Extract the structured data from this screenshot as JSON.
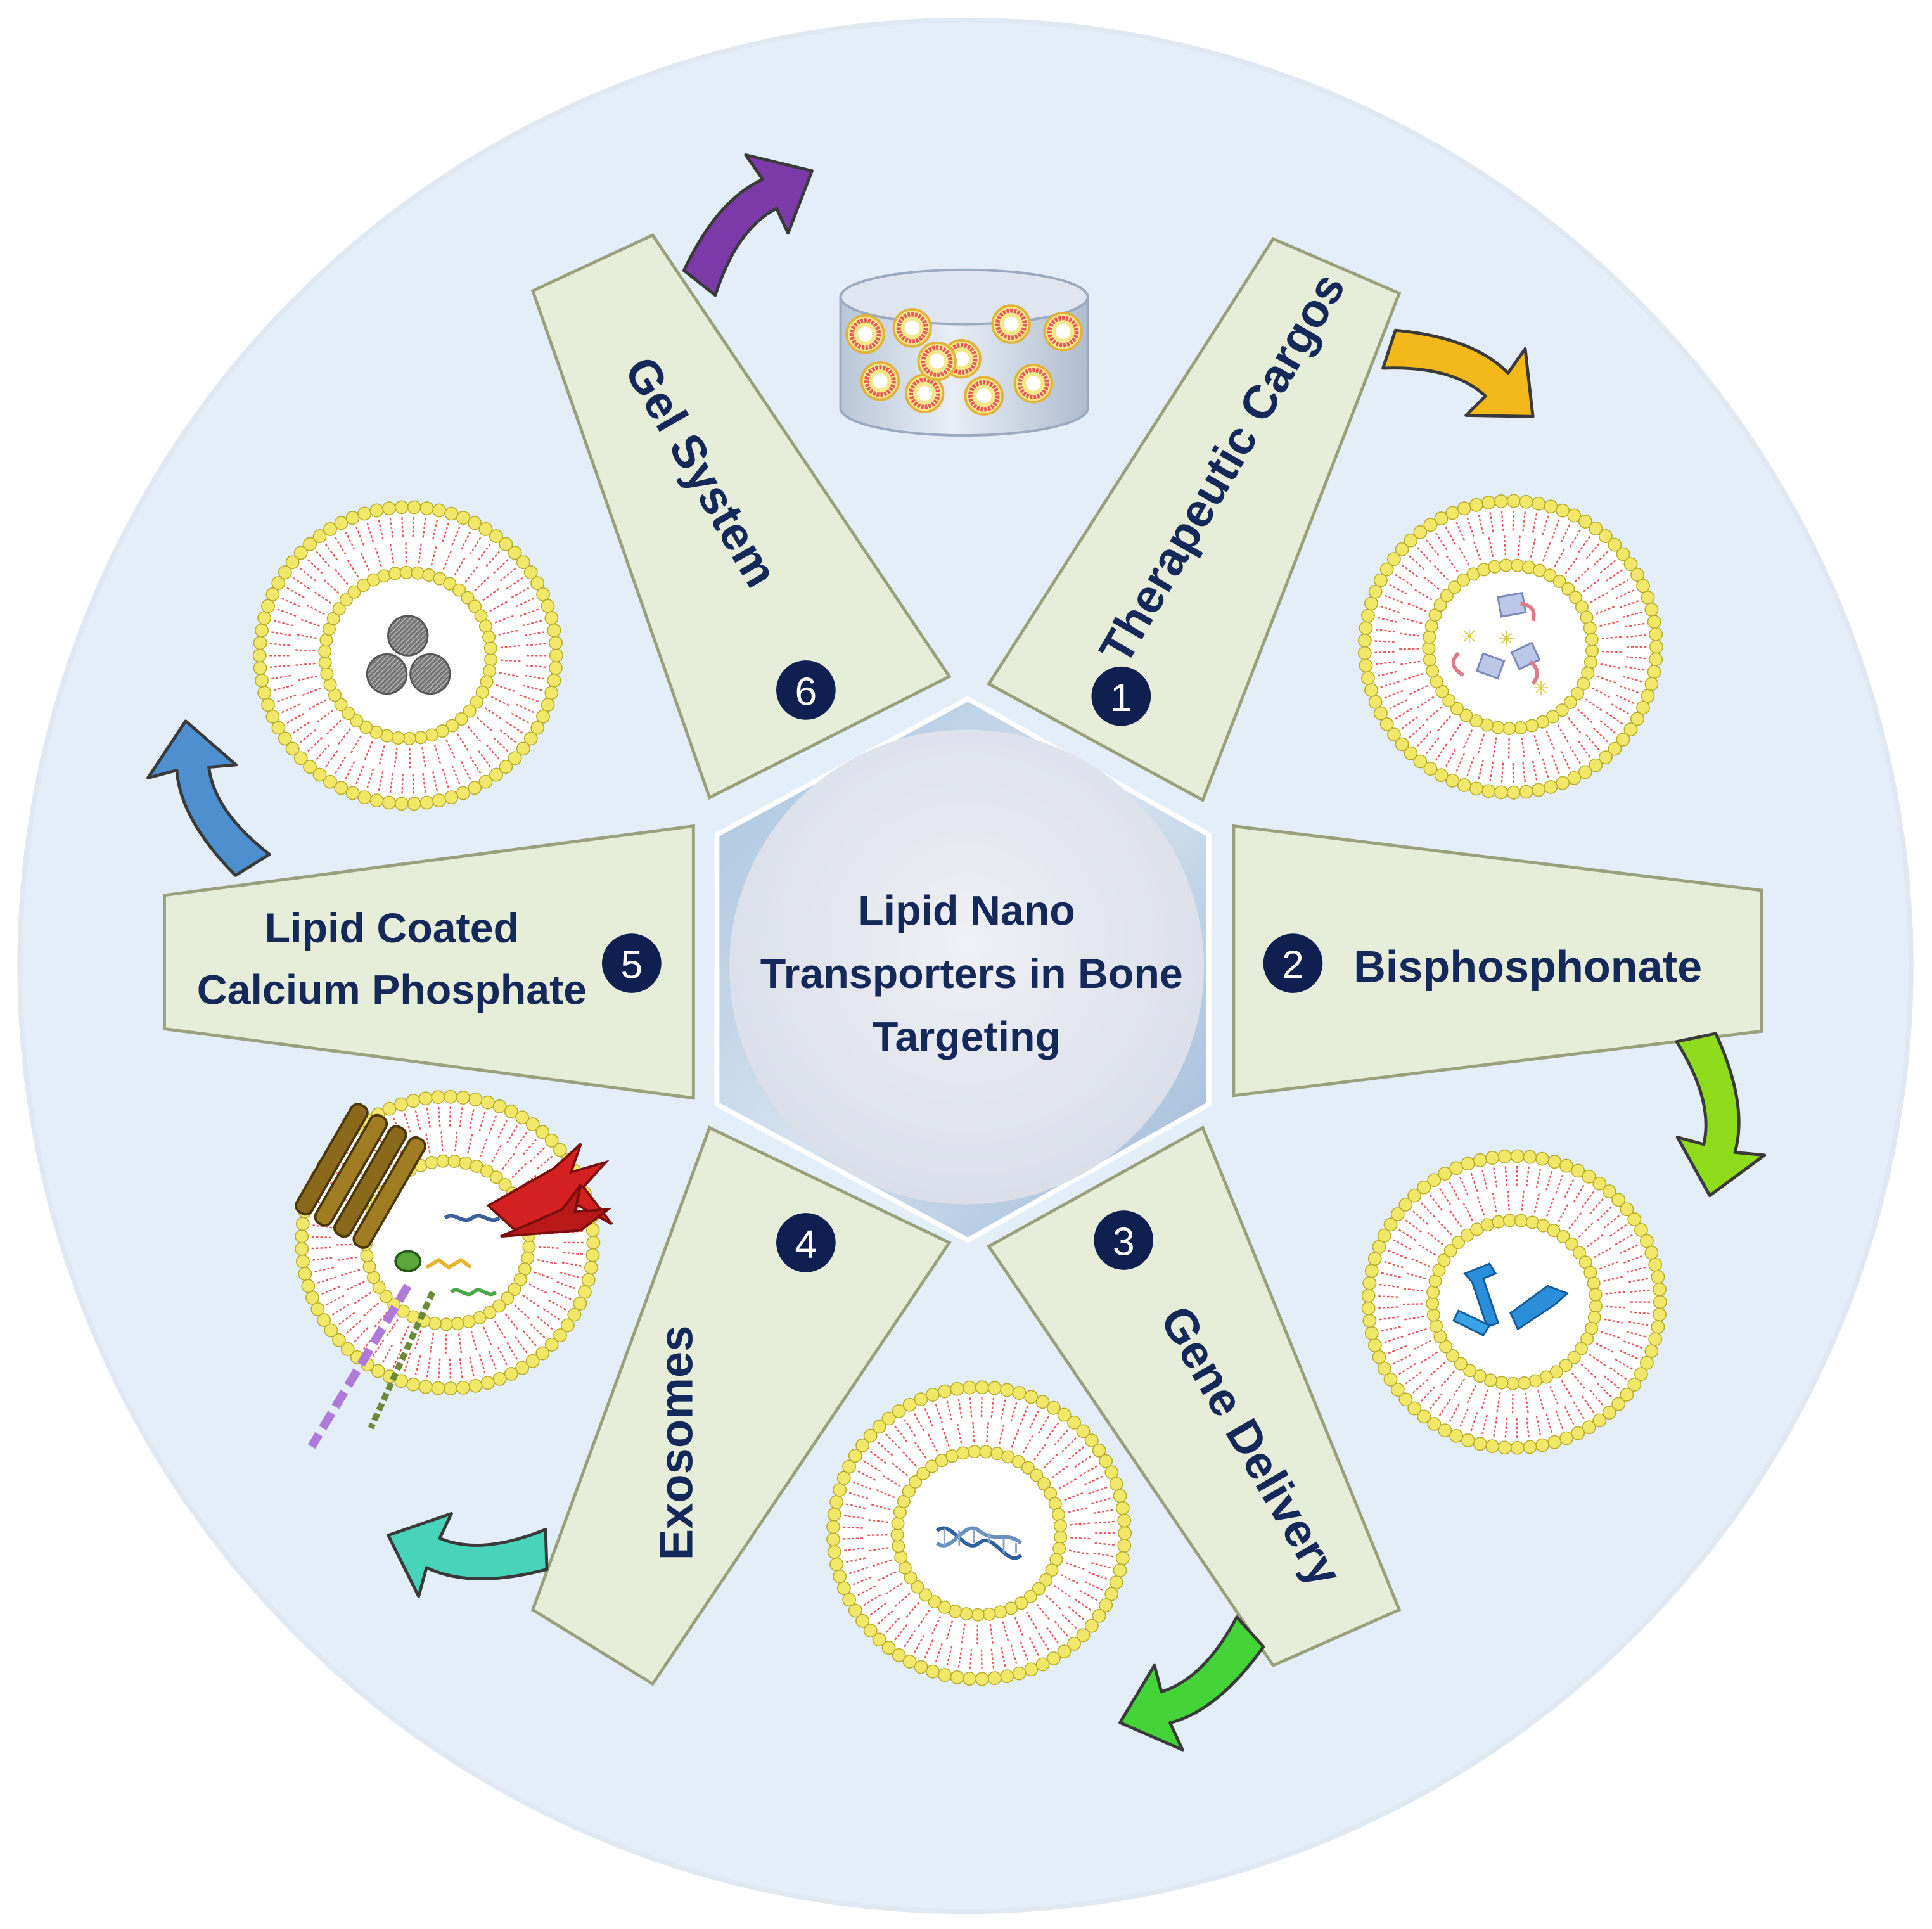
{
  "center": {
    "lines": [
      "Lipid Nano",
      "Transporters in Bone",
      "Targeting"
    ]
  },
  "segments": [
    {
      "number": "1",
      "label": "Therapeutic Cargos",
      "arrow_color": "#f4b81a",
      "icon": "liposome-drug-cargo-icon"
    },
    {
      "number": "2",
      "label": "Bisphosphonate",
      "arrow_color": "#8fdc1c",
      "icon": "liposome-bisphosphonate-icon"
    },
    {
      "number": "3",
      "label": "Gene Delivery",
      "arrow_color": "#44d438",
      "icon": "liposome-dna-icon"
    },
    {
      "number": "4",
      "label": "Exosomes",
      "arrow_color": "#48d4ba",
      "icon": "exosome-icon"
    },
    {
      "number": "5",
      "label_lines": [
        "Lipid Coated",
        "Calcium Phosphate"
      ],
      "arrow_color": "#4d8fcf",
      "icon": "liposome-calcium-phosphate-icon"
    },
    {
      "number": "6",
      "label": "Gel System",
      "arrow_color": "#7c3aa8",
      "icon": "gel-container-icon"
    }
  ],
  "colors": {
    "background_disc": "#e4eef8",
    "blade_fill": "#e6edd8",
    "blade_stroke": "#9aa07c",
    "hexagon": "#b7cde4",
    "center_circle": "#e3e6ee",
    "text": "#14285a",
    "number_badge": "#0f1f4f",
    "lipid_head": "#f1e86a",
    "lipid_tail": "#e8575d"
  }
}
